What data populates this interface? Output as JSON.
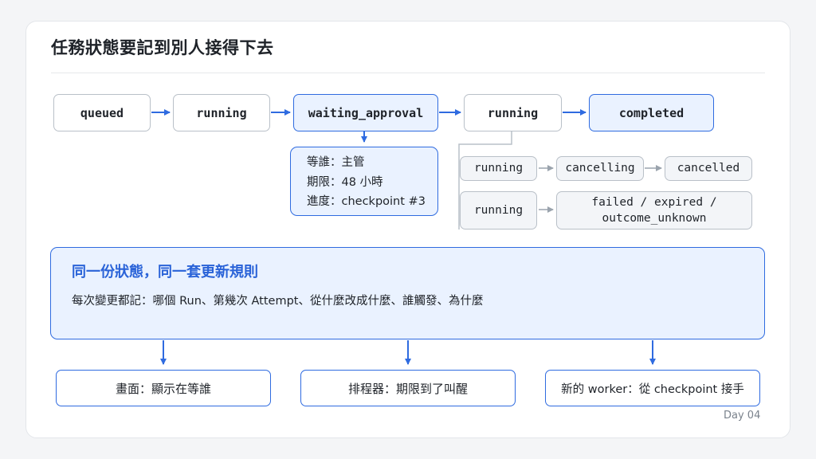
{
  "title": "任務狀態要記到別人接得下去",
  "flow": {
    "queued": "queued",
    "running1": "running",
    "waiting_approval": "waiting_approval",
    "running2": "running",
    "completed": "completed"
  },
  "info_box": {
    "line1": "等誰：主管",
    "line2": "期限：48 小時",
    "line3": "進度：checkpoint #3"
  },
  "branches": {
    "running_a": "running",
    "cancelling": "cancelling",
    "cancelled": "cancelled",
    "running_b": "running",
    "failed_line1": "failed / expired /",
    "failed_line2": "outcome_unknown"
  },
  "banner": {
    "title": "同一份狀態，同一套更新規則",
    "text": "每次變更都記：哪個 Run、第幾次 Attempt、從什麼改成什麼、誰觸發、為什麼"
  },
  "outputs": {
    "screen": "畫面：顯示在等誰",
    "scheduler": "排程器：期限到了叫醒",
    "worker": "新的 worker：從 checkpoint 接手"
  },
  "footer": "Day 04",
  "colors": {
    "accent": "#2f6be0",
    "connector": "#b9c0c8",
    "highlight_bg": "#eaf2ff"
  }
}
